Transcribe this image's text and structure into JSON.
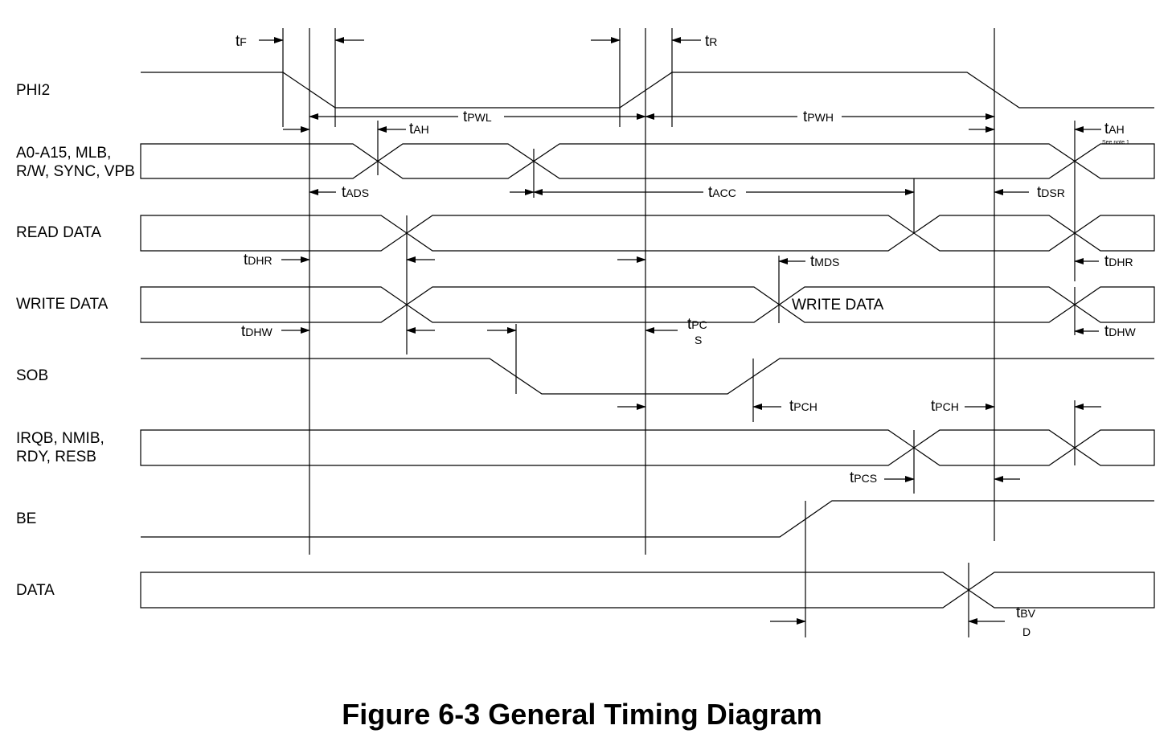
{
  "figure": {
    "caption": "Figure 6-3  General Timing Diagram"
  },
  "signals": {
    "phi2": [
      "PHI2"
    ],
    "addr": [
      "A0-A15, MLB,",
      "R/W, SYNC, VPB"
    ],
    "read": [
      "READ DATA"
    ],
    "write": [
      "WRITE DATA"
    ],
    "sob": [
      "SOB"
    ],
    "irq": [
      "IRQB, NMIB,",
      "RDY, RESB"
    ],
    "be": [
      "BE"
    ],
    "data": [
      "DATA"
    ]
  },
  "inline_labels": {
    "write_data": "WRITE DATA",
    "see_note": "See note 1"
  },
  "timings": {
    "tF": {
      "t": "t",
      "sub": "F"
    },
    "tR": {
      "t": "t",
      "sub": "R"
    },
    "tPWL": {
      "t": "t",
      "sub": "PWL"
    },
    "tPWH": {
      "t": "t",
      "sub": "PWH"
    },
    "tAH_1": {
      "t": "t",
      "sub": "AH"
    },
    "tAH_2": {
      "t": "t",
      "sub": "AH"
    },
    "tADS": {
      "t": "t",
      "sub": "ADS"
    },
    "tACC": {
      "t": "t",
      "sub": "ACC"
    },
    "tDSR": {
      "t": "t",
      "sub": "DSR"
    },
    "tDHR_1": {
      "t": "t",
      "sub": "DHR"
    },
    "tDHR_2": {
      "t": "t",
      "sub": "DHR"
    },
    "tMDS": {
      "t": "t",
      "sub": "MDS"
    },
    "tDHW_1": {
      "t": "t",
      "sub": "DHW"
    },
    "tDHW_2": {
      "t": "t",
      "sub": "DHW"
    },
    "tPCS_1": {
      "t": "t",
      "sub": "PC",
      "sub2": "S"
    },
    "tPCH_1": {
      "t": "t",
      "sub": "PCH"
    },
    "tPCH_2": {
      "t": "t",
      "sub": "PCH"
    },
    "tPCS_2": {
      "t": "t",
      "sub": "PCS"
    },
    "tBVD": {
      "t": "t",
      "sub": "BV",
      "sub2": "D"
    }
  }
}
